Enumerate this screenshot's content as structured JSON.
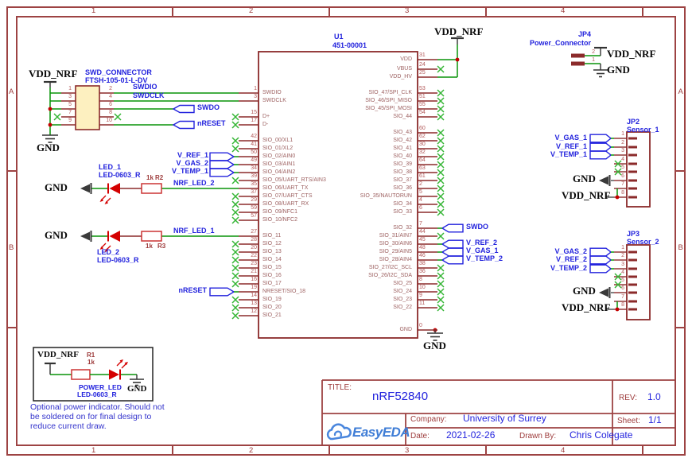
{
  "frame": {
    "cols": [
      "1",
      "2",
      "3",
      "4"
    ],
    "rows": [
      "A",
      "B"
    ]
  },
  "nets": {
    "vdd": "VDD_NRF",
    "gnd": "GND"
  },
  "swd_connector": {
    "ref": "SWD_CONNECTOR",
    "part": "FTSH-105-01-L-DV",
    "pin_numbers_left": [
      "1",
      "3",
      "5",
      "7",
      "9"
    ],
    "pin_numbers_right": [
      "2",
      "4",
      "6",
      "8",
      "10"
    ],
    "net_swdio": "SWDIO",
    "net_swdclk": "SWDCLK",
    "flag_swdo": "SWDO",
    "flag_nreset": "nRESET"
  },
  "u1": {
    "ref": "U1",
    "part": "451-00001",
    "left_pins": [
      {
        "p": "1",
        "n": "SWDIO",
        "nc": false
      },
      {
        "p": "3",
        "n": "SWDCLK",
        "nc": false
      },
      {
        "p": "15",
        "n": "D+",
        "nc": true
      },
      {
        "p": "17",
        "n": "D-",
        "nc": true
      },
      {
        "p": "42",
        "n": "SIO_00/XL1",
        "nc": true
      },
      {
        "p": "41",
        "n": "SIO_01/XL2",
        "nc": true
      },
      {
        "p": "50",
        "n": "SIO_02/AIN0",
        "nc": false
      },
      {
        "p": "49",
        "n": "SIO_03/AIN1",
        "nc": false
      },
      {
        "p": "34",
        "n": "SIO_04/AIN2",
        "nc": false
      },
      {
        "p": "39",
        "n": "SIO_05/UART_RTS/AIN3",
        "nc": true
      },
      {
        "p": "35",
        "n": "SIO_06/UART_TX",
        "nc": false
      },
      {
        "p": "37",
        "n": "SIO_07/UART_CTS",
        "nc": true
      },
      {
        "p": "29",
        "n": "SIO_08/UART_RX",
        "nc": true
      },
      {
        "p": "59",
        "n": "SIO_09/NFC1",
        "nc": true
      },
      {
        "p": "57",
        "n": "SIO_10/NFC2",
        "nc": true
      },
      {
        "p": "27",
        "n": "SIO_11",
        "nc": false
      },
      {
        "p": "28",
        "n": "SIO_12",
        "nc": true
      },
      {
        "p": "20",
        "n": "SIO_13",
        "nc": true
      },
      {
        "p": "22",
        "n": "SIO_14",
        "nc": true
      },
      {
        "p": "23",
        "n": "SIO_15",
        "nc": true
      },
      {
        "p": "21",
        "n": "SIO_16",
        "nc": true
      },
      {
        "p": "16",
        "n": "SIO_17",
        "nc": true
      },
      {
        "p": "19",
        "n": "NRESET/SIO_18",
        "nc": false
      },
      {
        "p": "14",
        "n": "SIO_19",
        "nc": true
      },
      {
        "p": "13",
        "n": "SIO_20",
        "nc": true
      },
      {
        "p": "12",
        "n": "SIO_21",
        "nc": true
      }
    ],
    "right_pins": [
      {
        "p": "31",
        "n": "VDD",
        "nc": false
      },
      {
        "p": "24",
        "n": "VBUS",
        "nc": true
      },
      {
        "p": "25",
        "n": "VDD_HV",
        "nc": false
      },
      {
        "p": "53",
        "n": "SIO_47/SPI_CLK",
        "nc": true
      },
      {
        "p": "51",
        "n": "SIO_46/SPI_MISO",
        "nc": true
      },
      {
        "p": "55",
        "n": "SIO_45/SPI_MOSI",
        "nc": true
      },
      {
        "p": "54",
        "n": "SIO_44",
        "nc": true
      },
      {
        "p": "60",
        "n": "SIO_43",
        "nc": true
      },
      {
        "p": "62",
        "n": "SIO_42",
        "nc": true
      },
      {
        "p": "30",
        "n": "SIO_41",
        "nc": true
      },
      {
        "p": "32",
        "n": "SIO_40",
        "nc": true
      },
      {
        "p": "64",
        "n": "SIO_39",
        "nc": true
      },
      {
        "p": "63",
        "n": "SIO_38",
        "nc": true
      },
      {
        "p": "61",
        "n": "SIO_37",
        "nc": true
      },
      {
        "p": "2",
        "n": "SIO_36",
        "nc": true
      },
      {
        "p": "5",
        "n": "SIO_35/NAUTORUN",
        "nc": true
      },
      {
        "p": "4",
        "n": "SIO_34",
        "nc": true
      },
      {
        "p": "6",
        "n": "SIO_33",
        "nc": true
      },
      {
        "p": "7",
        "n": "SIO_32",
        "nc": false
      },
      {
        "p": "44",
        "n": "SIO_31/AIN7",
        "nc": true
      },
      {
        "p": "45",
        "n": "SIO_30/AIN6",
        "nc": false
      },
      {
        "p": "48",
        "n": "SIO_29/AIN5",
        "nc": false
      },
      {
        "p": "46",
        "n": "SIO_28/AIN4",
        "nc": false
      },
      {
        "p": "38",
        "n": "SIO_27/I2C_SCL",
        "nc": true
      },
      {
        "p": "36",
        "n": "SIO_26/I2C_SDA",
        "nc": true
      },
      {
        "p": "8",
        "n": "SIO_25",
        "nc": true
      },
      {
        "p": "10",
        "n": "SIO_24",
        "nc": true
      },
      {
        "p": "9",
        "n": "SIO_23",
        "nc": true
      },
      {
        "p": "11",
        "n": "SIO_22",
        "nc": true
      },
      {
        "p": "0",
        "n": "GND",
        "nc": false
      }
    ],
    "flags_left": [
      "V_REF_1",
      "V_GAS_2",
      "V_TEMP_1"
    ],
    "flag_nreset": "nRESET",
    "flag_swdo": "SWDO",
    "flags_right": [
      "V_REF_2",
      "V_GAS_1",
      "V_TEMP_2"
    ],
    "net_led2": "NRF_LED_2",
    "net_led1": "NRF_LED_1"
  },
  "led1": {
    "ref": "LED_1",
    "part": "LED-0603_R"
  },
  "led2": {
    "ref": "LED_2",
    "part": "LED-0603_R"
  },
  "r2": {
    "ref": "R2",
    "value": "1k"
  },
  "r3": {
    "ref": "R3",
    "value": "1k"
  },
  "jp4": {
    "ref": "JP4",
    "name": "Power_Connector",
    "pins": [
      "2",
      "1"
    ]
  },
  "jp2": {
    "ref": "JP2",
    "name": "Sensor_1",
    "pins": [
      "1",
      "2",
      "3",
      "4",
      "5",
      "6",
      "7",
      "8"
    ],
    "flags": [
      "V_GAS_1",
      "V_REF_1",
      "V_TEMP_1"
    ]
  },
  "jp3": {
    "ref": "JP3",
    "name": "Sensor_2",
    "pins": [
      "1",
      "2",
      "3",
      "4",
      "5",
      "6",
      "7",
      "8"
    ],
    "flags": [
      "V_GAS_2",
      "V_REF_2",
      "V_TEMP_2"
    ]
  },
  "power_box": {
    "r_ref": "R1",
    "r_value": "1k",
    "led_name": "POWER_LED",
    "led_part": "LED-0603_R"
  },
  "note": {
    "lines": [
      "Optional power indicator. Should not",
      "be soldered on for final design to",
      "reduce current draw."
    ]
  },
  "title_block": {
    "title_label": "TITLE:",
    "title": "nRF52840",
    "rev_label": "REV:",
    "rev": "1.0",
    "company_label": "Company:",
    "company": "University of Surrey",
    "sheet_label": "Sheet:",
    "sheet": "1/1",
    "date_label": "Date:",
    "date": "2021-02-26",
    "drawn_label": "Drawn By:",
    "drawn_by": "Chris Colegate",
    "logo_text": "EasyEDA"
  },
  "colors": {
    "frame": "#9d4343",
    "component": "#8b2a2a",
    "wire": "#089408",
    "nc": "#35b535",
    "label_blue": "#2222dd",
    "junction": "#c40000",
    "led_red": "#d40000"
  }
}
